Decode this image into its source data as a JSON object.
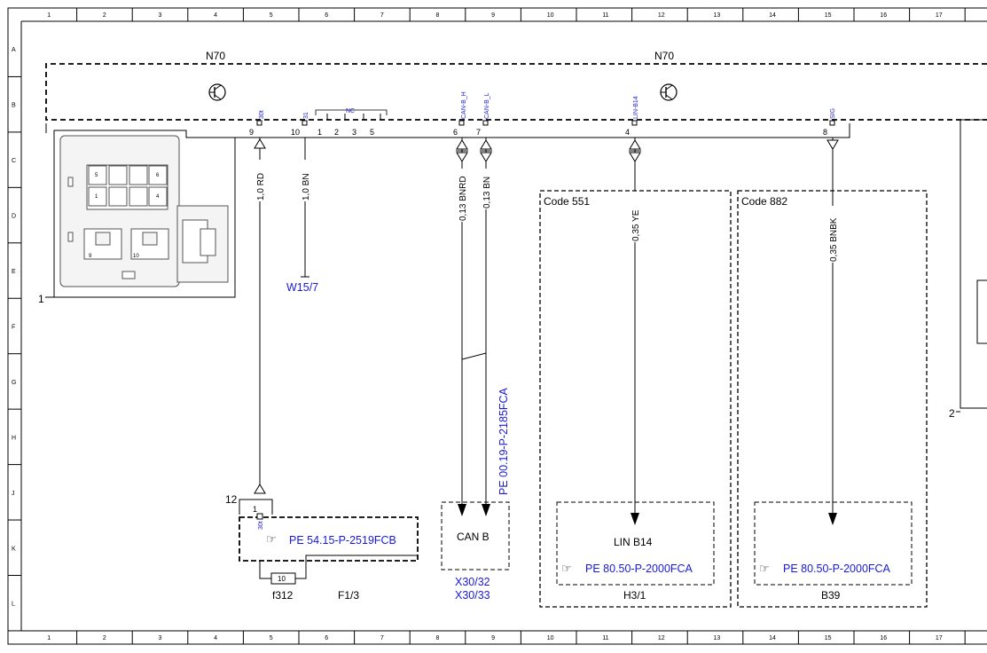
{
  "columns": [
    "1",
    "2",
    "3",
    "4",
    "5",
    "6",
    "7",
    "8",
    "9",
    "10",
    "11",
    "12",
    "13",
    "14",
    "15",
    "16",
    "17"
  ],
  "rows": [
    "A",
    "B",
    "C",
    "D",
    "E",
    "F",
    "G",
    "H",
    "J",
    "K",
    "L"
  ],
  "module": {
    "left_label": "N70",
    "right_label": "N70"
  },
  "connector_pins": [
    "5",
    "6",
    "1",
    "4",
    "9",
    "10"
  ],
  "components": {
    "c1": "1",
    "c2": "2",
    "c12": "12"
  },
  "pins": {
    "p9": "9",
    "p10": "10",
    "p1": "1",
    "p2": "2",
    "p3": "3",
    "p5": "5",
    "p6": "6",
    "p7": "7",
    "p4": "4",
    "p8": "8"
  },
  "signals": {
    "s30t": "30t",
    "s31": "31",
    "snc": "NC",
    "scanh": "CAN-B_H",
    "scanl": "CAN-B_L",
    "slin": "LIN-B14",
    "ssig": "SIG",
    "s30f": "30t"
  },
  "wires": {
    "w1": "1,0 RD",
    "w2": "1,0 BN",
    "w3": "0,13 BNRD",
    "w4": "0,13 BN",
    "w5": "0,35 YE",
    "w6": "0,35 BNBK"
  },
  "labels": {
    "w157": "W15/7",
    "code551": "Code 551",
    "code882": "Code 882",
    "canb": "CAN B",
    "linb14": "LIN B14",
    "x3032": "X30/32",
    "x3033": "X30/33",
    "h31": "H3/1",
    "b39": "B39",
    "f312": "f312",
    "f13": "F1/3",
    "fuse": "10"
  },
  "references": {
    "pe5415": "PE 54.15-P-2519FCB",
    "pe0019": "PE 00.19-P-2185FCA",
    "pe8050a": "PE 80.50-P-2000FCA",
    "pe8050b": "PE 80.50-P-2000FCA"
  },
  "colors": {
    "line": "#000000",
    "reference_blue": "#1a1ad6",
    "connector_fill": "#f2f2f2"
  }
}
